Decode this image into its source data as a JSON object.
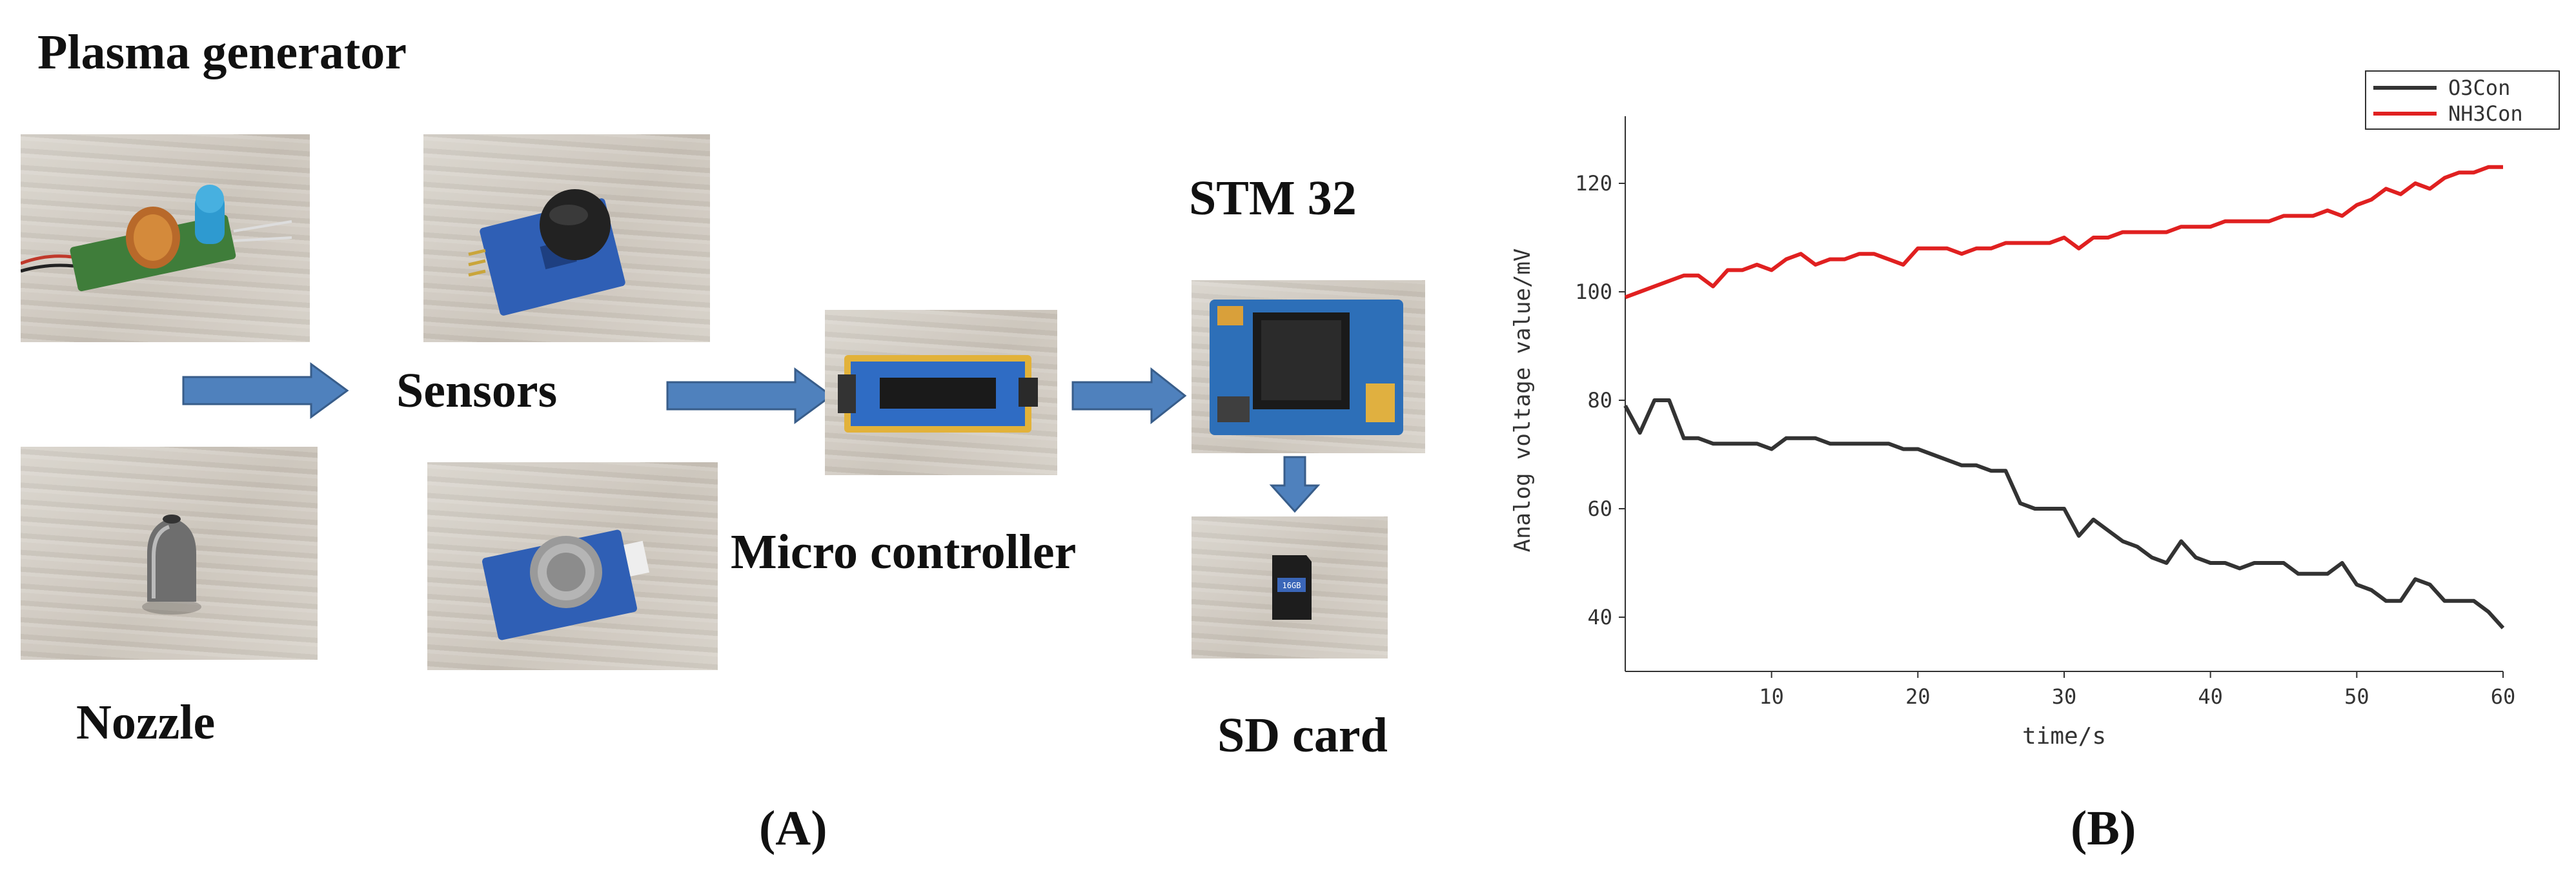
{
  "labels": {
    "plasma_generator": "Plasma generator",
    "sensors": "Sensors",
    "nozzle": "Nozzle",
    "stm32": "STM 32",
    "micro_controller": "Micro controller",
    "sd_card": "SD card",
    "panel_a": "(A)",
    "panel_b": "(B)"
  },
  "sd_card_text": "16GB",
  "chart_data": {
    "type": "line",
    "xlabel": "time/s",
    "ylabel": "Analog voltage value/mV",
    "xlim": [
      0,
      60
    ],
    "ylim": [
      30,
      130
    ],
    "xticks": [
      10,
      20,
      30,
      40,
      50,
      60
    ],
    "yticks": [
      40,
      60,
      80,
      100,
      120
    ],
    "grid": false,
    "legend": "top-right",
    "series": [
      {
        "name": "O3Con",
        "color": "#333333",
        "x": [
          0,
          1,
          2,
          3,
          4,
          5,
          6,
          7,
          8,
          9,
          10,
          11,
          12,
          13,
          14,
          15,
          16,
          17,
          18,
          19,
          20,
          21,
          22,
          23,
          24,
          25,
          26,
          27,
          28,
          29,
          30,
          31,
          32,
          33,
          34,
          35,
          36,
          37,
          38,
          39,
          40,
          41,
          42,
          43,
          44,
          45,
          46,
          47,
          48,
          49,
          50,
          51,
          52,
          53,
          54,
          55,
          56,
          57,
          58,
          59,
          60
        ],
        "y": [
          79,
          74,
          80,
          80,
          73,
          73,
          72,
          72,
          72,
          72,
          71,
          73,
          73,
          73,
          72,
          72,
          72,
          72,
          72,
          71,
          71,
          70,
          69,
          68,
          68,
          67,
          67,
          61,
          60,
          60,
          60,
          55,
          58,
          56,
          54,
          53,
          51,
          50,
          54,
          51,
          50,
          50,
          49,
          50,
          50,
          50,
          48,
          48,
          48,
          50,
          46,
          45,
          43,
          43,
          47,
          46,
          43,
          43,
          43,
          41,
          38
        ]
      },
      {
        "name": "NH3Con",
        "color": "#e02020",
        "x": [
          0,
          1,
          2,
          3,
          4,
          5,
          6,
          7,
          8,
          9,
          10,
          11,
          12,
          13,
          14,
          15,
          16,
          17,
          18,
          19,
          20,
          21,
          22,
          23,
          24,
          25,
          26,
          27,
          28,
          29,
          30,
          31,
          32,
          33,
          34,
          35,
          36,
          37,
          38,
          39,
          40,
          41,
          42,
          43,
          44,
          45,
          46,
          47,
          48,
          49,
          50,
          51,
          52,
          53,
          54,
          55,
          56,
          57,
          58,
          59,
          60
        ],
        "y": [
          99,
          100,
          101,
          102,
          103,
          103,
          101,
          104,
          104,
          105,
          104,
          106,
          107,
          105,
          106,
          106,
          107,
          107,
          106,
          105,
          108,
          108,
          108,
          107,
          108,
          108,
          109,
          109,
          109,
          109,
          110,
          108,
          110,
          110,
          111,
          111,
          111,
          111,
          112,
          112,
          112,
          113,
          113,
          113,
          113,
          114,
          114,
          114,
          115,
          114,
          116,
          117,
          119,
          118,
          120,
          119,
          121,
          122,
          122,
          123,
          123
        ]
      }
    ]
  }
}
